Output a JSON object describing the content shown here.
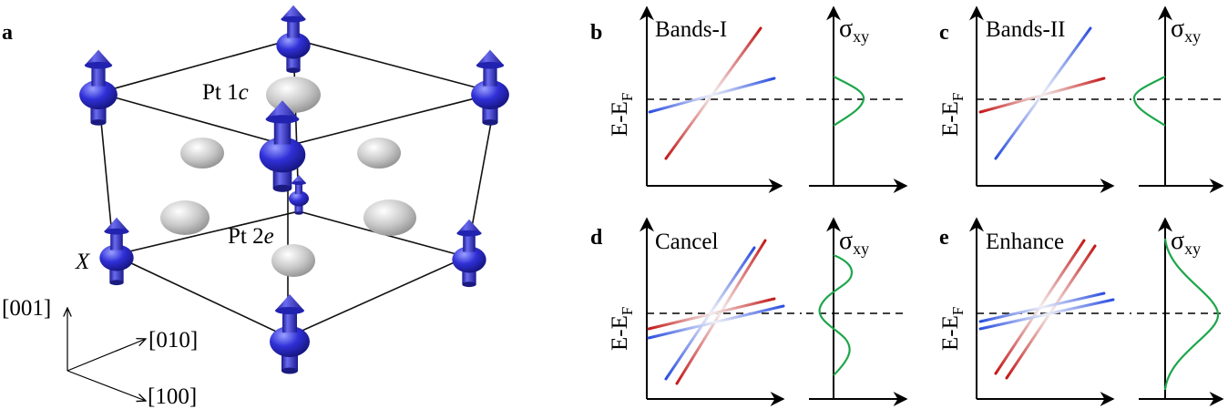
{
  "panel_letters": {
    "a": "a",
    "b": "b",
    "c": "c",
    "d": "d",
    "e": "e"
  },
  "structure": {
    "pt1c_label": "Pt 1",
    "pt1c_italic": "c",
    "pt2e_label": "Pt 2",
    "pt2e_italic": "e",
    "x_label": "X",
    "axis_001": "[001]",
    "axis_010": "[010]",
    "axis_100": "[100]"
  },
  "panels": {
    "b": {
      "title": "Bands-I"
    },
    "c": {
      "title": "Bands-II"
    },
    "d": {
      "title": "Cancel"
    },
    "e": {
      "title": "Enhance"
    }
  },
  "axis_text": {
    "energy": "E-E",
    "energy_sub": "F",
    "sigma": "σ",
    "sigma_sub": "xy"
  },
  "colors": {
    "spin_arrow": "#2a2ad8",
    "pt_atom": "#c8c8c8",
    "band_red": "#c41818",
    "band_blue": "#2a4ee0",
    "sigma_curve": "#1ca64a"
  }
}
